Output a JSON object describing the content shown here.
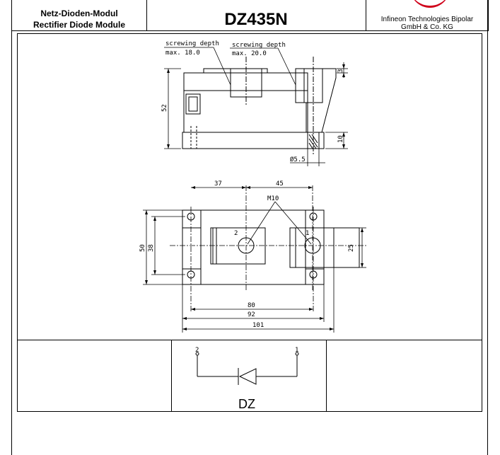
{
  "header": {
    "line1": "Netz-Dioden-Modul",
    "line2": "Rectifier Diode Module",
    "part_number": "DZ435N",
    "company_line1": "Infineon Technologies Bipolar",
    "company_line2": "GmbH & Co. KG"
  },
  "side_view": {
    "screw1_label_1": "screwing depth",
    "screw1_label_2": "max. 18.0",
    "screw2_label_1": "screwing depth",
    "screw2_label_2": "max. 20.0",
    "dim_height": "52",
    "dim_top": "3",
    "dim_bottom": "10",
    "dim_hole": "Ø5.5"
  },
  "top_view": {
    "dim_37": "37",
    "dim_45": "45",
    "thread": "M10",
    "term2": "2",
    "term1": "1",
    "dim_50": "50",
    "dim_38": "38",
    "dim_25": "25",
    "dim_80": "80",
    "dim_92": "92",
    "dim_101": "101"
  },
  "schematic": {
    "pin2": "2",
    "pin1": "1",
    "label": "DZ"
  }
}
